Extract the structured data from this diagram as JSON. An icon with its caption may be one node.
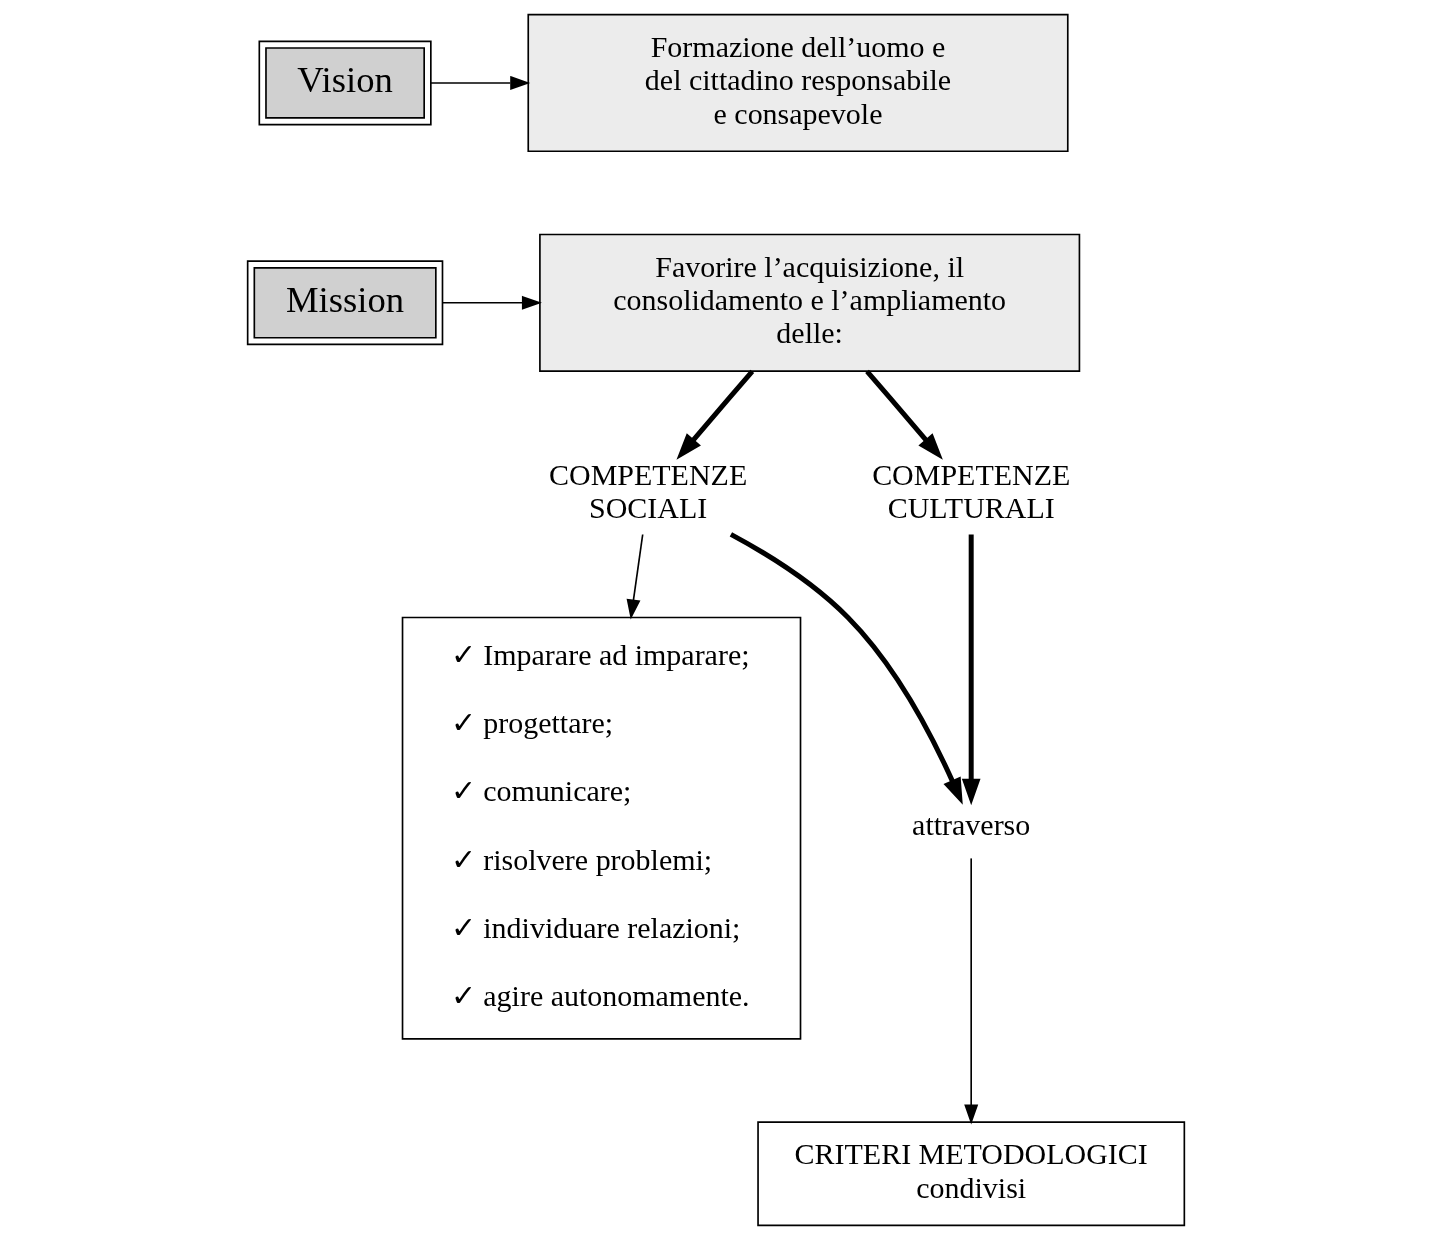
{
  "diagram": {
    "nodes": [
      {
        "text": [
          "Vision"
        ]
      },
      {
        "text": [
          "Formazione dell’uomo e del cittadino responsabile e consapevole"
        ]
      },
      {
        "text": [
          "Mission"
        ]
      },
      {
        "text": [
          "Favorire l’acquisizione, il consolidamento e l’ampliamento delle:"
        ]
      },
      {
        "text": [
          "COMPETENZE SOCIALI"
        ]
      },
      {
        "text": [
          "COMPETENZE CULTURALI"
        ]
      },
      {
        "text": [
          "✓ Imparare ad imparare;",
          "✓ progettare;",
          "✓ comunicare;",
          "✓ risolvere problemi;",
          "✓ individuare relazioni;",
          "✓ agire autonomamente."
        ]
      },
      {
        "text": [
          "attraverso"
        ]
      },
      {
        "text": [
          "CRITERI METODOLOGICI condivisi"
        ]
      }
    ],
    "edges": [
      {
        "from": 0,
        "to": 1,
        "arrow": "to"
      },
      {
        "from": 2,
        "to": 3,
        "arrow": "to"
      },
      {
        "from": 3,
        "to": 4,
        "arrow": "to",
        "style": "thick"
      },
      {
        "from": 3,
        "to": 5,
        "arrow": "to",
        "style": "thick"
      },
      {
        "from": 4,
        "to": 6,
        "arrow": "to"
      },
      {
        "from": 4,
        "to": 7,
        "arrow": "to",
        "style": "thick"
      },
      {
        "from": 5,
        "to": 7,
        "arrow": "to",
        "style": "thick"
      },
      {
        "from": 7,
        "to": 8,
        "arrow": "to"
      }
    ]
  }
}
